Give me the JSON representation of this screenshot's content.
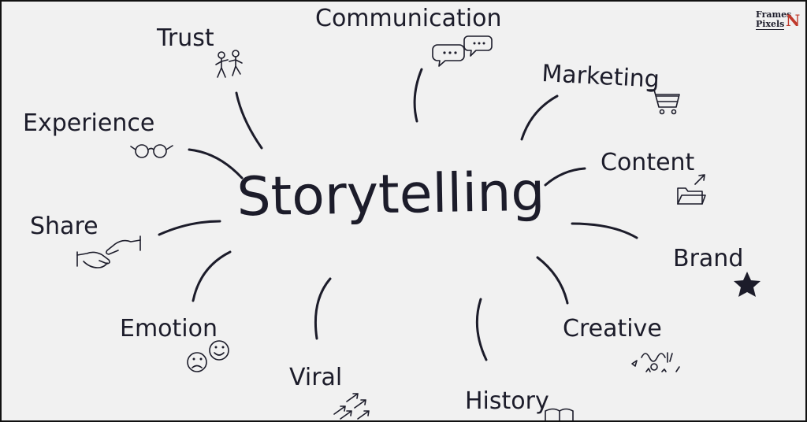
{
  "center": {
    "label": "Storytelling"
  },
  "nodes": [
    {
      "id": "communication",
      "label": "Communication",
      "icon": "speech-bubbles-icon"
    },
    {
      "id": "marketing",
      "label": "Marketing",
      "icon": "shopping-cart-icon"
    },
    {
      "id": "content",
      "label": "Content",
      "icon": "folder-icon"
    },
    {
      "id": "brand",
      "label": "Brand",
      "icon": "star-icon"
    },
    {
      "id": "creative",
      "label": "Creative",
      "icon": "creative-doodle-icon"
    },
    {
      "id": "history",
      "label": "History",
      "icon": "book-icon"
    },
    {
      "id": "viral",
      "label": "Viral",
      "icon": "arrows-icon"
    },
    {
      "id": "emotion",
      "label": "Emotion",
      "icon": "emoji-faces-icon"
    },
    {
      "id": "share",
      "label": "Share",
      "icon": "handshake-icon"
    },
    {
      "id": "experience",
      "label": "Experience",
      "icon": "glasses-icon"
    },
    {
      "id": "trust",
      "label": "Trust",
      "icon": "people-icon"
    }
  ],
  "logo": {
    "line1": "Frames",
    "line2": "Pixels",
    "letter": "N"
  },
  "colors": {
    "ink": "#1c1c2a",
    "background": "#f1f1f1",
    "logo_accent": "#c0392b"
  }
}
